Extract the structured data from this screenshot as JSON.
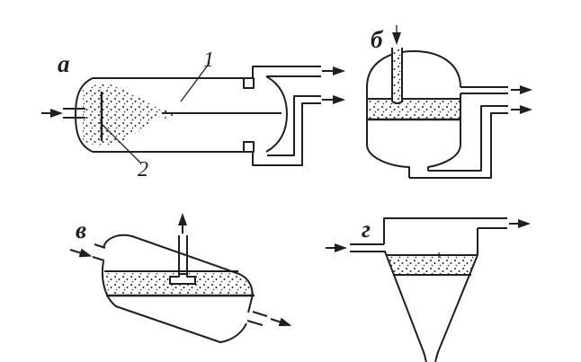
{
  "figure": {
    "background_color": "#ffffff",
    "line_color": "#1f1f1f",
    "stipple_color": "#1f1f1f",
    "panels": {
      "a": {
        "label": "а"
      },
      "b": {
        "label": "б"
      },
      "v": {
        "label": "в"
      },
      "g": {
        "label": "г"
      }
    },
    "callouts": {
      "c1": {
        "label": "1"
      },
      "c2": {
        "label": "2"
      }
    }
  }
}
